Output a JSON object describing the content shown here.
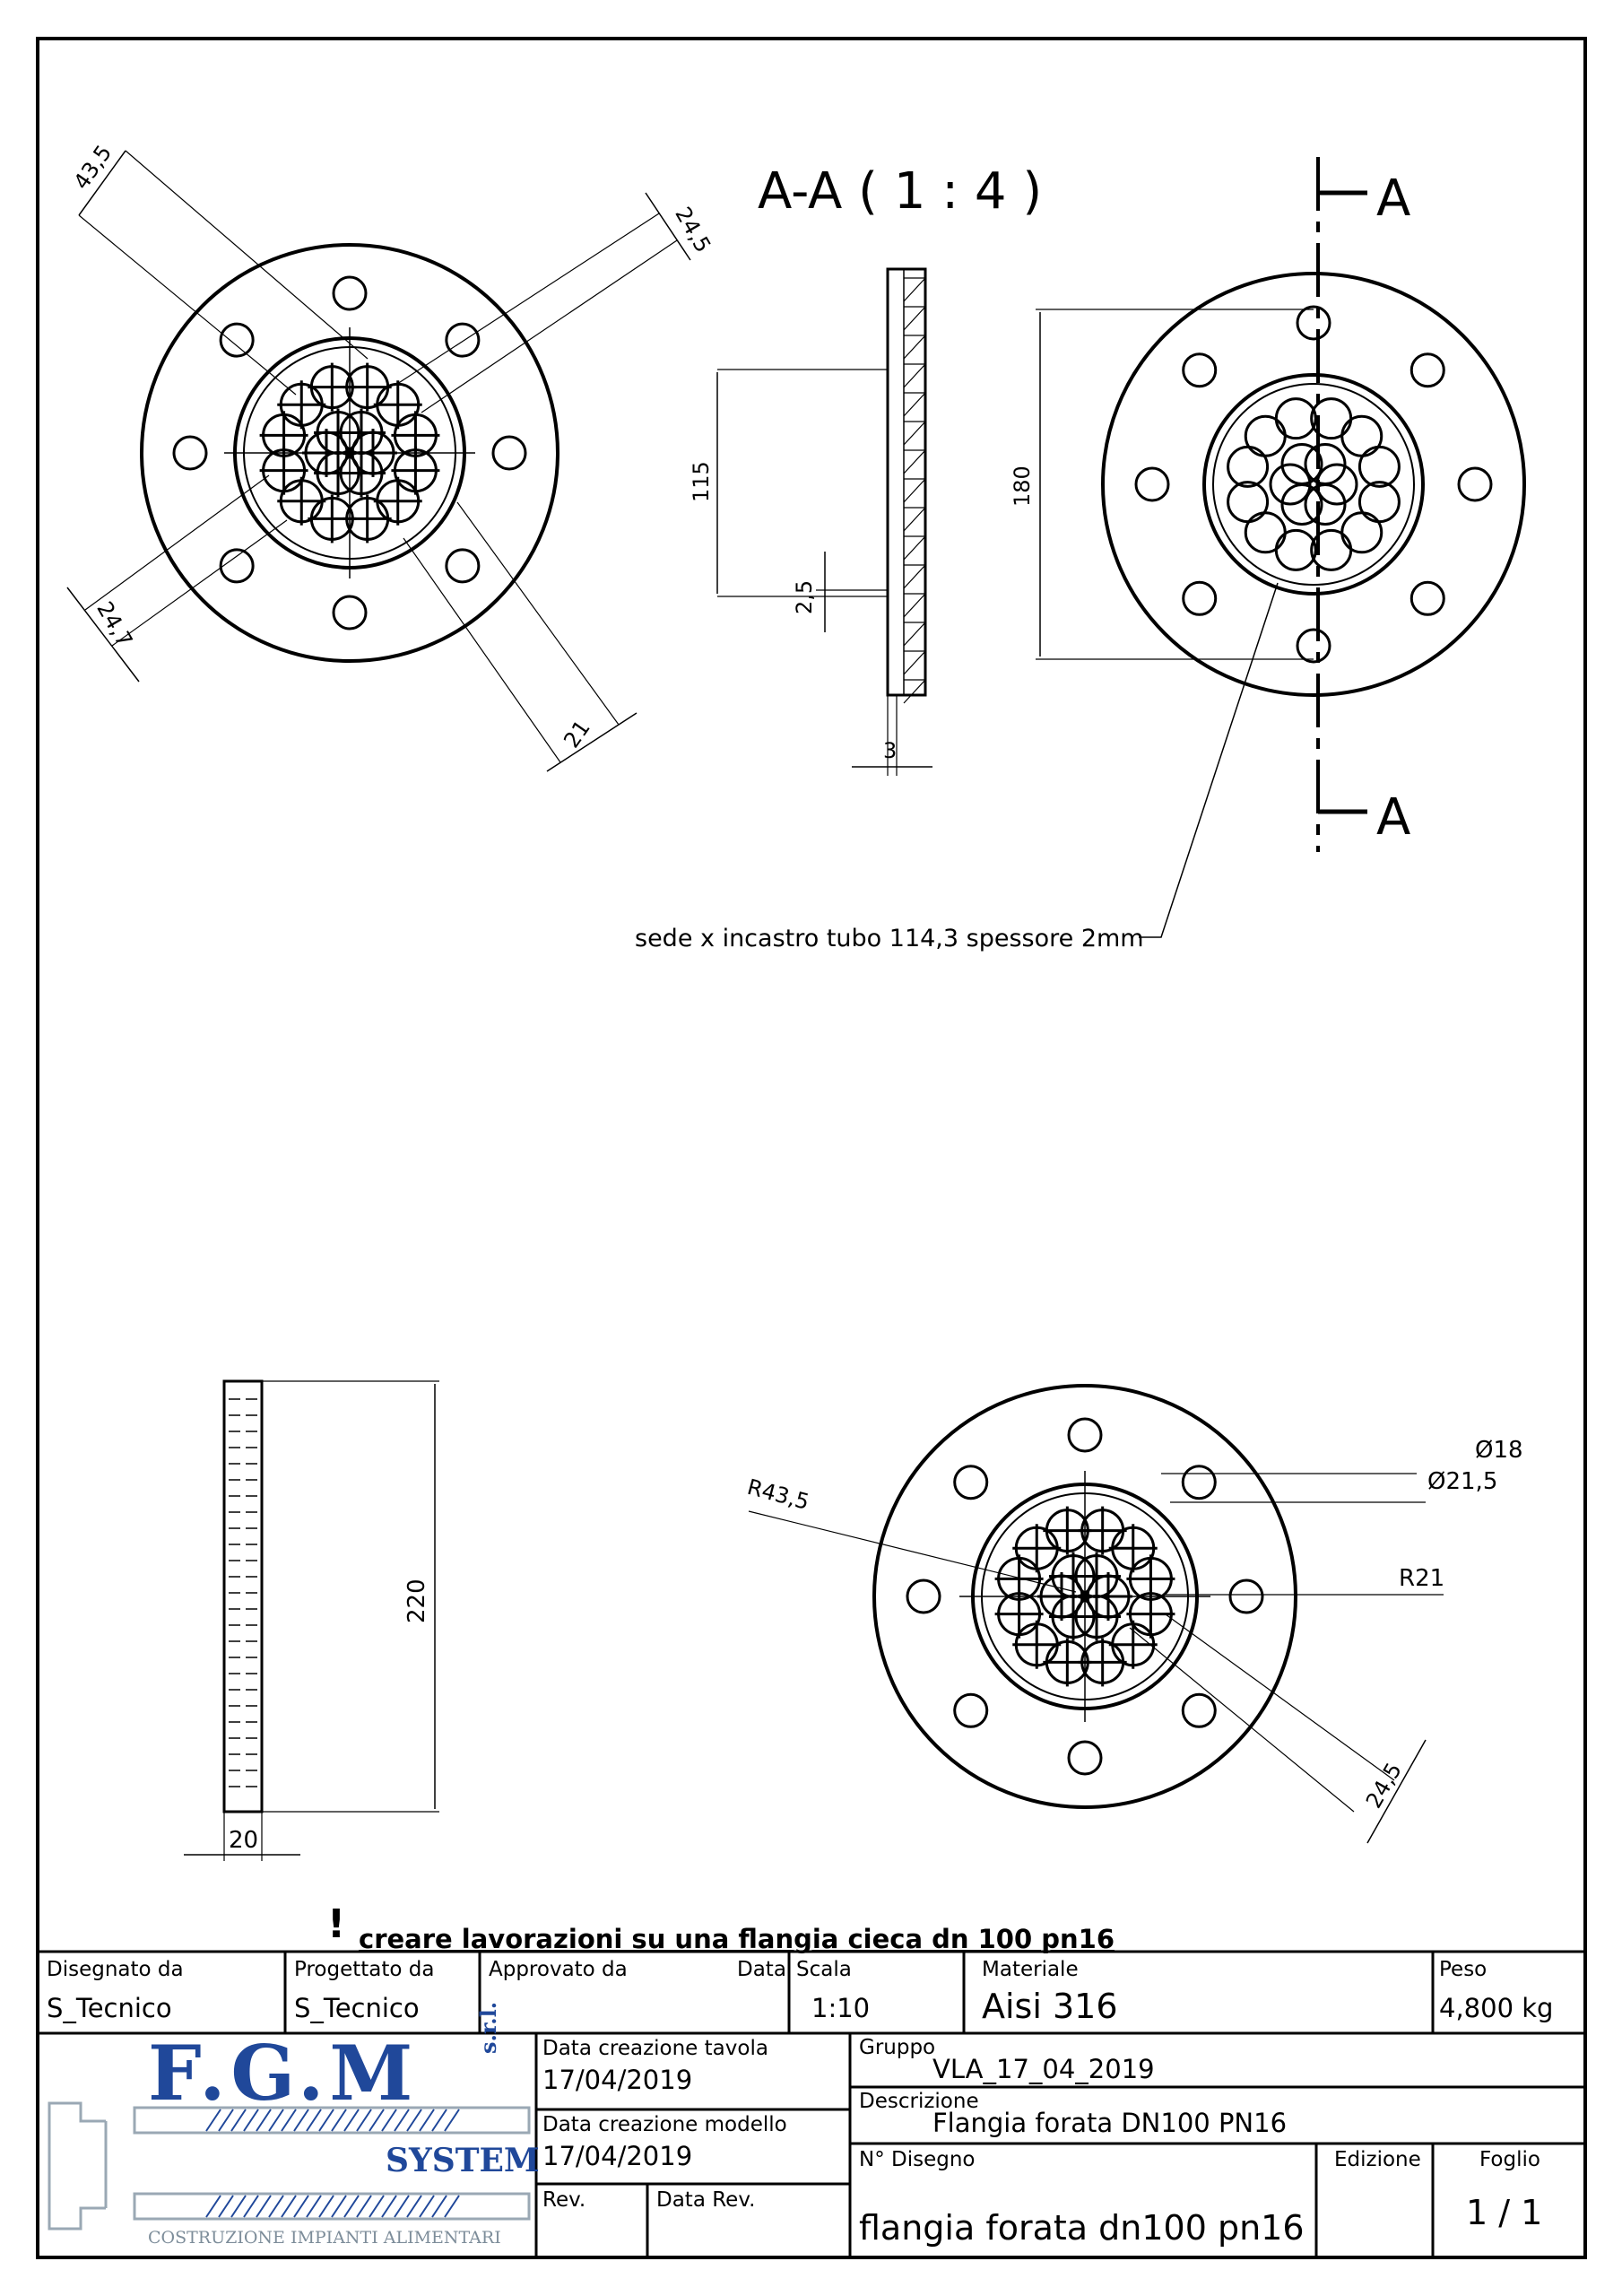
{
  "drawing": {
    "section_title": "A-A ( 1 : 4 )",
    "section_marker": "A",
    "dims_view1": [
      "43,5",
      "24,5",
      "24,7",
      "21"
    ],
    "dims_section": [
      "115",
      "2,5",
      "3"
    ],
    "dim_180": "180",
    "callout_note": "sede x incastro tubo 114,3 spessore 2mm",
    "dims_side": [
      "220",
      "20"
    ],
    "dims_view3": {
      "r435": "R43,5",
      "d18": "Ø18",
      "d215": "Ø21,5",
      "r21": "R21",
      "d245": "24,5"
    },
    "warning_mark": "!",
    "warning_note": "creare lavorazioni su una flangia cieca dn 100 pn16"
  },
  "title_block": {
    "drawn_by_label": "Disegnato da",
    "drawn_by": "S_Tecnico",
    "designed_by_label": "Progettato da",
    "designed_by": "S_Tecnico",
    "approved_by_label": "Approvato da",
    "date_label": "Data",
    "scale_label": "Scala",
    "scale": "1:10",
    "material_label": "Materiale",
    "material": "Aisi 316",
    "weight_label": "Peso",
    "weight": "4,800 kg",
    "sheet_date_label": "Data creazione tavola",
    "sheet_date": "17/04/2019",
    "model_date_label": "Data creazione modello",
    "model_date": "17/04/2019",
    "rev_label": "Rev.",
    "rev_date_label": "Data Rev.",
    "group_label": "Gruppo",
    "group": "VLA_17_04_2019",
    "description_label": "Descrizione",
    "description": "Flangia forata DN100 PN16",
    "drawing_no_label": "N° Disegno",
    "drawing_no": "flangia forata dn100 pn16",
    "edition_label": "Edizione",
    "sheet_label": "Foglio",
    "sheet": "1 / 1"
  },
  "logo": {
    "main": "F.G.M",
    "suffix": "s.r.l.",
    "system": "SYSTEM",
    "tagline": "COSTRUZIONE IMPIANTI ALIMENTARI",
    "color": "#20489a"
  }
}
